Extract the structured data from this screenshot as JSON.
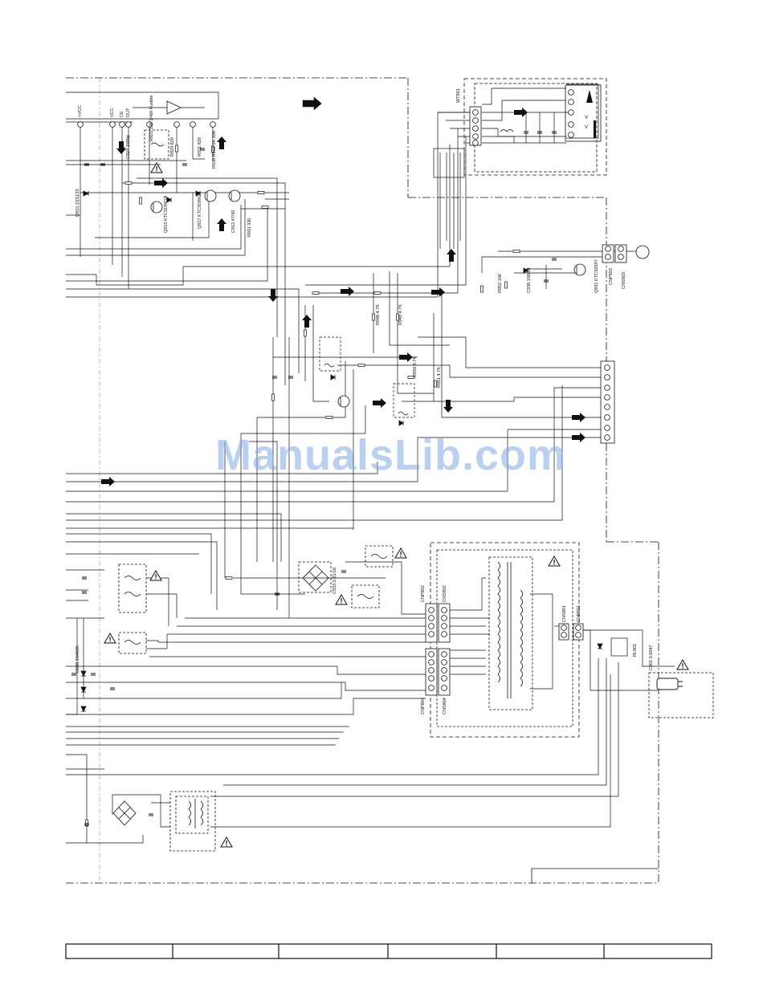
{
  "watermark": "ManualsLib.com",
  "colors": {
    "ink": "#111111",
    "watermark": "#7fa9e6",
    "background": "#ffffff"
  },
  "components": {
    "ic_pins": [
      "+VCC",
      "VCC",
      "CE",
      "OUT"
    ],
    "r925": "R925 100 1/4W Fusible",
    "r929": "R929 820",
    "r931": "R931 820",
    "r930_r932": "R930 R932 1K 10K",
    "c927": "C927 1000p",
    "d915": "D915 1SS133",
    "q915": "Q915 KTC3199GR",
    "q917": "Q917 KTC3199GR",
    "c912": "C912 47/50",
    "r911": "R911 330",
    "r948": "R948 4.7K",
    "r949": "R949 4.7K",
    "r950": "R950 4.7K",
    "r951": "R951 4.7K",
    "r952": "R952 10K",
    "c938": "C938 100/16",
    "q931": "Q931 KTC3203Y",
    "wt901": "WT901",
    "cnp903": "CNP903",
    "cns903": "CNS903",
    "cnp802": "CNP802",
    "cns802": "CNS802",
    "cnp804": "CNP804",
    "cns804": "CNS804",
    "cns801": "CNS801",
    "cnp801": "CNP801",
    "rl801": "RL801",
    "c801": "C801 0.0047",
    "d808": "D808 1N4005",
    "c933": "C933 0.01/16"
  },
  "warning_icon": "warning-triangle-icon",
  "arrow_icon": "signal-arrow-icon",
  "bottom_table": {
    "cells": [
      "",
      "",
      "",
      "",
      "",
      ""
    ]
  }
}
